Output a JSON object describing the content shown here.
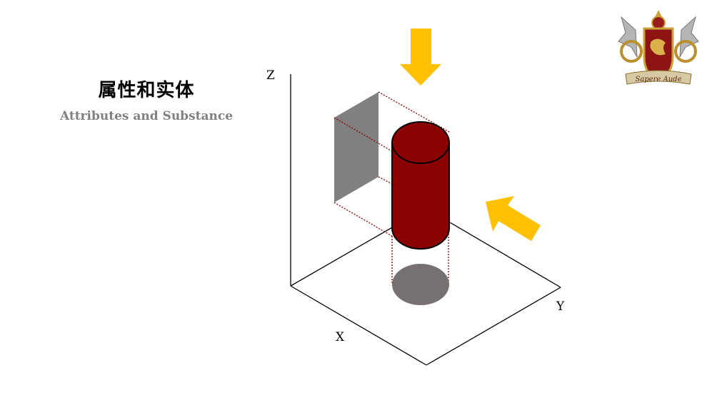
{
  "slide": {
    "title": "属性和实体",
    "subtitle": "Attributes and Substance"
  },
  "diagram": {
    "axes": {
      "z": "Z",
      "y": "Y",
      "x": "X"
    },
    "colors": {
      "cylinder": "#8b0000",
      "projection_side": "#808080",
      "projection_bottom": "#767170",
      "arrow": "#ffc000",
      "guide_line": "#8b0000"
    }
  },
  "logo": {
    "text": "Sapere Aude"
  }
}
